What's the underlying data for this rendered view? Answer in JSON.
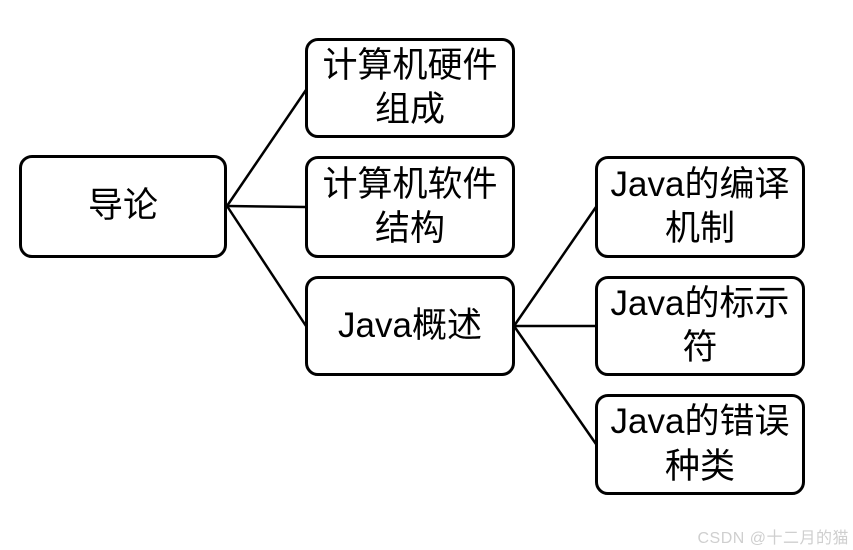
{
  "diagram": {
    "root": {
      "id": "introduction",
      "label": "导论"
    },
    "level1": [
      {
        "id": "computer-hardware",
        "label": "计算机硬件\n组成"
      },
      {
        "id": "computer-software",
        "label": "计算机软件\n结构"
      },
      {
        "id": "java-overview",
        "label": "Java概述"
      }
    ],
    "level2": [
      {
        "id": "java-compilation",
        "label": "Java的编译\n机制"
      },
      {
        "id": "java-identifiers",
        "label": "Java的标示\n符"
      },
      {
        "id": "java-errors",
        "label": "Java的错误\n种类"
      }
    ],
    "edges": [
      {
        "from": "导论",
        "to": "计算机硬件组成"
      },
      {
        "from": "导论",
        "to": "计算机软件结构"
      },
      {
        "from": "导论",
        "to": "Java概述"
      },
      {
        "from": "Java概述",
        "to": "Java的编译机制"
      },
      {
        "from": "Java概述",
        "to": "Java的标示符"
      },
      {
        "from": "Java概述",
        "to": "Java的错误种类"
      }
    ]
  },
  "watermark": {
    "text": "CSDN @十二月的猫"
  },
  "colors": {
    "background": "#ffffff",
    "box_border": "#000000",
    "box_fill": "#ffffff",
    "connector": "#000000",
    "watermark_text": "#cfcfcf"
  }
}
